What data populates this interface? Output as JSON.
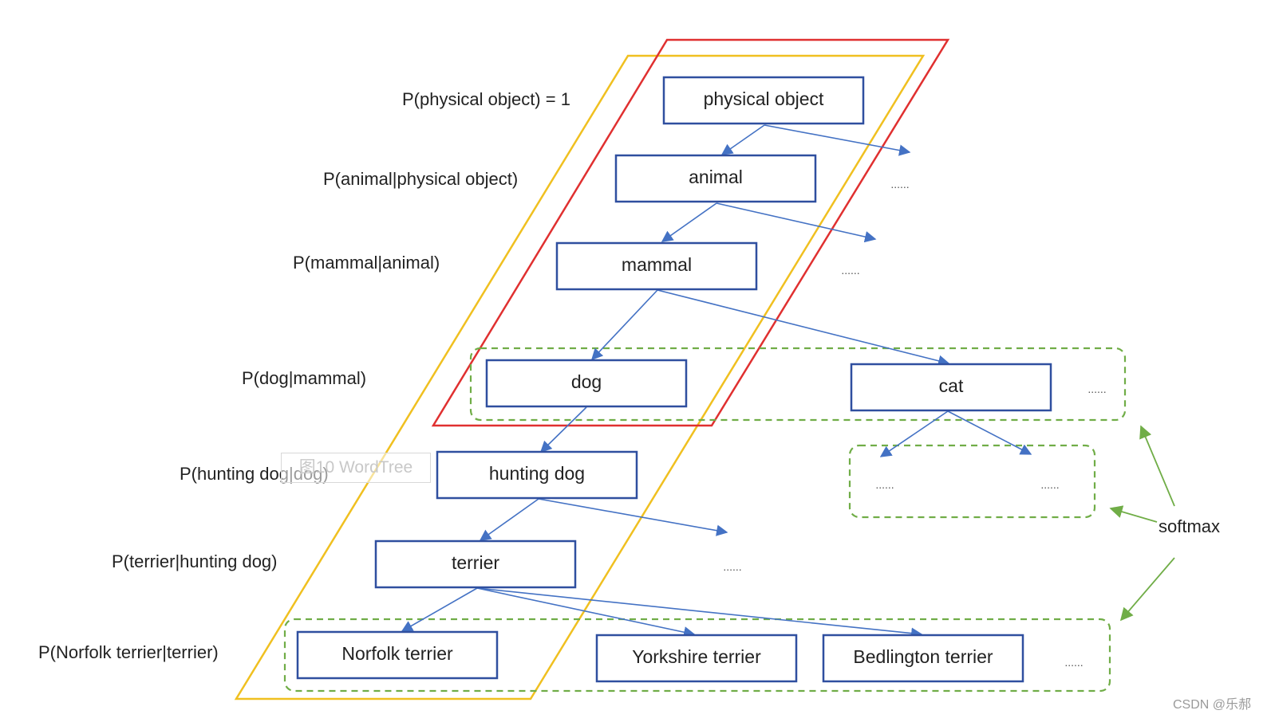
{
  "nodes": {
    "physical_object": "physical object",
    "animal": "animal",
    "mammal": "mammal",
    "dog": "dog",
    "cat": "cat",
    "hunting_dog": "hunting dog",
    "terrier": "terrier",
    "norfolk_terrier": "Norfolk terrier",
    "yorkshire_terrier": "Yorkshire terrier",
    "bedlington_terrier": "Bedlington terrier"
  },
  "probabilities": {
    "p1": "P(physical object) = 1",
    "p2": "P(animal|physical object)",
    "p3": "P(mammal|animal)",
    "p4": "P(dog|mammal)",
    "p5": "P(hunting dog|dog)",
    "p6": "P(terrier|hunting dog)",
    "p7": "P(Norfolk terrier|terrier)"
  },
  "ellipsis": "......",
  "softmax_label": "softmax",
  "caption": "图10 WordTree",
  "watermark": "CSDN @乐郝",
  "colors": {
    "node_border": "#2f4f9f",
    "edge": "#4472c4",
    "red_outline": "#e03030",
    "yellow_outline": "#f0c020",
    "softmax_green": "#70ad47"
  }
}
